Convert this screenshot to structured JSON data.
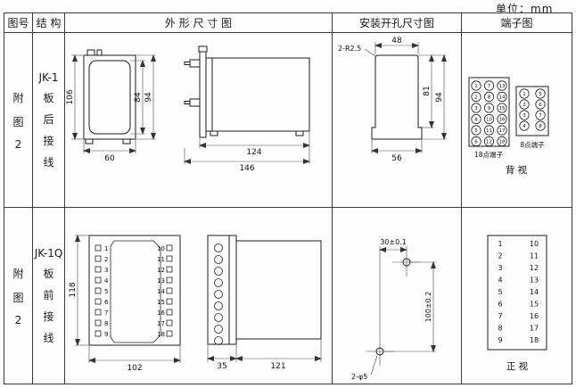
{
  "unit_label": "单位：mm",
  "headers": {
    "fig": "图号",
    "structure": "结 构",
    "outline": "外 形 尺 寸 图",
    "mounting": "安装开孔尺寸图",
    "terminal": "端子图"
  },
  "row1": {
    "fig": [
      "附",
      "图",
      "2"
    ],
    "structure": [
      "JK-1",
      "板",
      "后",
      "接",
      "线"
    ],
    "outline_dims": {
      "case_height": "106",
      "cover_height": "84",
      "flange_height": "94",
      "case_width": "60",
      "body_length": "124",
      "total_length": "146"
    },
    "mounting_dims": {
      "corner_radius": "2-R2.5",
      "cutout_width": "48",
      "cutout_height": "81",
      "total_height": "94",
      "bottom_width": "56"
    },
    "terminal": {
      "t18": [
        "1",
        "7",
        "13",
        "2",
        "8",
        "14",
        "3",
        "9",
        "15",
        "4",
        "10",
        "16",
        "5",
        "11",
        "17",
        "6",
        "12",
        "18"
      ],
      "t8": [
        "1",
        "5",
        "2",
        "6",
        "3",
        "7",
        "4",
        "8"
      ],
      "t18_label": "18点端子",
      "t8_label": "8点端子",
      "view_label": "背 视"
    }
  },
  "row2": {
    "fig": [
      "附",
      "图",
      "2"
    ],
    "structure": [
      "JK-1Q",
      "板",
      "前",
      "接",
      "线"
    ],
    "outline": {
      "left_terminals": [
        "1",
        "2",
        "3",
        "4",
        "5",
        "6",
        "7",
        "8",
        "9"
      ],
      "right_terminals": [
        "10",
        "11",
        "12",
        "13",
        "14",
        "15",
        "16",
        "17",
        "18"
      ],
      "dims": {
        "case_height": "118",
        "case_width": "102",
        "terminal_depth": "35",
        "body_length": "121"
      }
    },
    "mounting_dims": {
      "hole_h_offset": "30±0.1",
      "hole_v_offset": "100±0.2",
      "hole_spec": "2-φ5"
    },
    "terminal": {
      "left": [
        "1",
        "2",
        "3",
        "4",
        "5",
        "6",
        "7",
        "8",
        "9"
      ],
      "right": [
        "10",
        "11",
        "12",
        "13",
        "14",
        "15",
        "16",
        "17",
        "18"
      ],
      "view_label": "正 视"
    }
  }
}
